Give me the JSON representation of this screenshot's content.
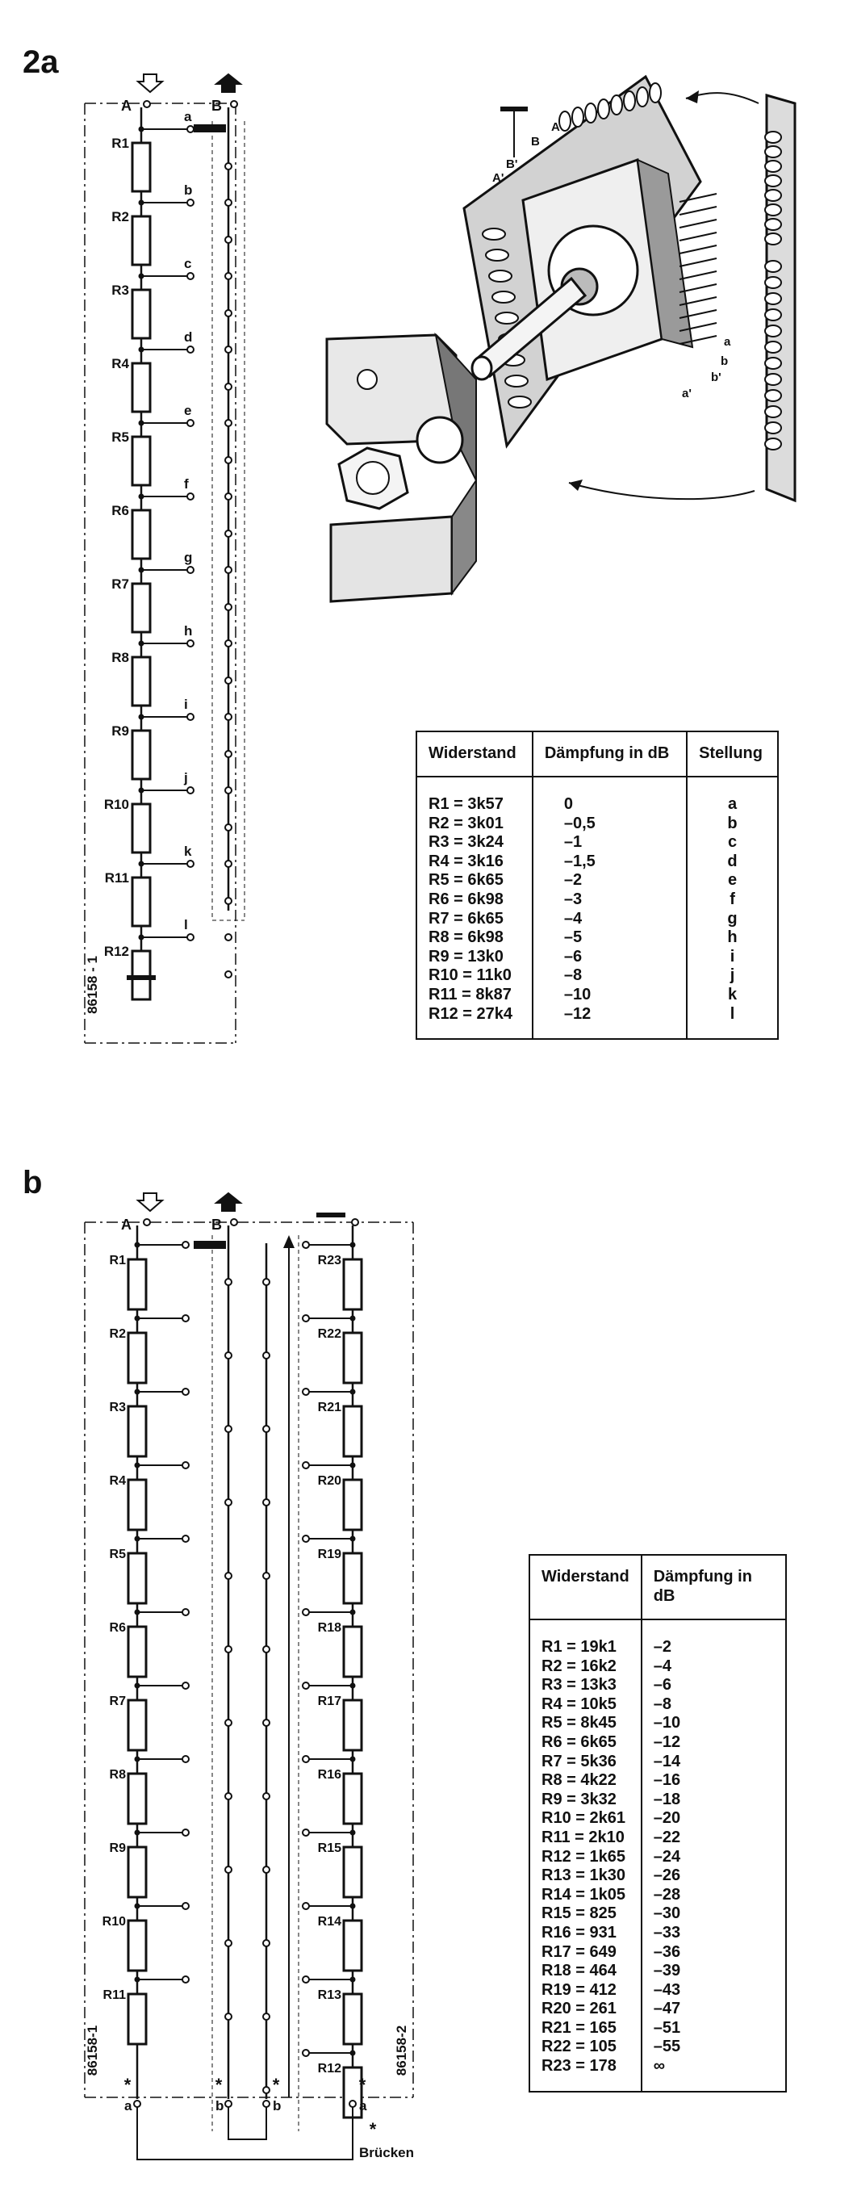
{
  "figure_a": {
    "label": "2a",
    "terminals": [
      "A",
      "B"
    ],
    "resistors": [
      "R1",
      "R2",
      "R3",
      "R4",
      "R5",
      "R6",
      "R7",
      "R8",
      "R9",
      "R10",
      "R11",
      "R12"
    ],
    "taps": [
      "a",
      "b",
      "c",
      "d",
      "e",
      "f",
      "g",
      "h",
      "i",
      "j",
      "k",
      "l"
    ],
    "code": "86158 - 1",
    "drawing_labels": [
      "A'",
      "B'",
      "B",
      "A",
      "a",
      "b",
      "b'",
      "a'"
    ]
  },
  "table_a": {
    "headers": [
      "Widerstand",
      "Dämpfung in dB",
      "Stellung"
    ],
    "rows": [
      [
        "R1 = 3k57",
        "0",
        "a"
      ],
      [
        "R2 = 3k01",
        "–0,5",
        "b"
      ],
      [
        "R3 = 3k24",
        "–1",
        "c"
      ],
      [
        "R4 = 3k16",
        "–1,5",
        "d"
      ],
      [
        "R5 = 6k65",
        "–2",
        "e"
      ],
      [
        "R6 = 6k98",
        "–3",
        "f"
      ],
      [
        "R7 = 6k65",
        "–4",
        "g"
      ],
      [
        "R8 = 6k98",
        "–5",
        "h"
      ],
      [
        "R9 = 13k0",
        "–6",
        "i"
      ],
      [
        "R10 = 11k0",
        "–8",
        "j"
      ],
      [
        "R11 = 8k87",
        "–10",
        "k"
      ],
      [
        "R12 = 27k4",
        "–12",
        "l"
      ]
    ]
  },
  "figure_b": {
    "label": "b",
    "terminals": [
      "A",
      "B"
    ],
    "left_resistors": [
      "R1",
      "R2",
      "R3",
      "R4",
      "R5",
      "R6",
      "R7",
      "R8",
      "R9",
      "R10",
      "R11"
    ],
    "right_resistors": [
      "R23",
      "R22",
      "R21",
      "R20",
      "R19",
      "R18",
      "R17",
      "R16",
      "R15",
      "R14",
      "R13",
      "R12"
    ],
    "code_left": "86158-1",
    "code_right": "86158-2",
    "bottom_labels": [
      "a",
      "b",
      "b",
      "a"
    ],
    "star": "*",
    "bridge_label": "Brücken"
  },
  "table_b": {
    "headers": [
      "Widerstand",
      "Dämpfung in dB"
    ],
    "rows": [
      [
        "R1 = 19k1",
        "–2"
      ],
      [
        "R2 = 16k2",
        "–4"
      ],
      [
        "R3 = 13k3",
        "–6"
      ],
      [
        "R4 = 10k5",
        "–8"
      ],
      [
        "R5 = 8k45",
        "–10"
      ],
      [
        "R6 = 6k65",
        "–12"
      ],
      [
        "R7 = 5k36",
        "–14"
      ],
      [
        "R8 = 4k22",
        "–16"
      ],
      [
        "R9 = 3k32",
        "–18"
      ],
      [
        "R10 = 2k61",
        "–20"
      ],
      [
        "R11 = 2k10",
        "–22"
      ],
      [
        "R12 = 1k65",
        "–24"
      ],
      [
        "R13 = 1k30",
        "–26"
      ],
      [
        "R14 = 1k05",
        "–28"
      ],
      [
        "R15 = 825",
        "–30"
      ],
      [
        "R16 = 931",
        "–33"
      ],
      [
        "R17 = 649",
        "–36"
      ],
      [
        "R18 = 464",
        "–39"
      ],
      [
        "R19 = 412",
        "–43"
      ],
      [
        "R20 = 261",
        "–47"
      ],
      [
        "R21 = 165",
        "–51"
      ],
      [
        "R22 = 105",
        "–55"
      ],
      [
        "R23 = 178",
        "∞"
      ]
    ]
  }
}
